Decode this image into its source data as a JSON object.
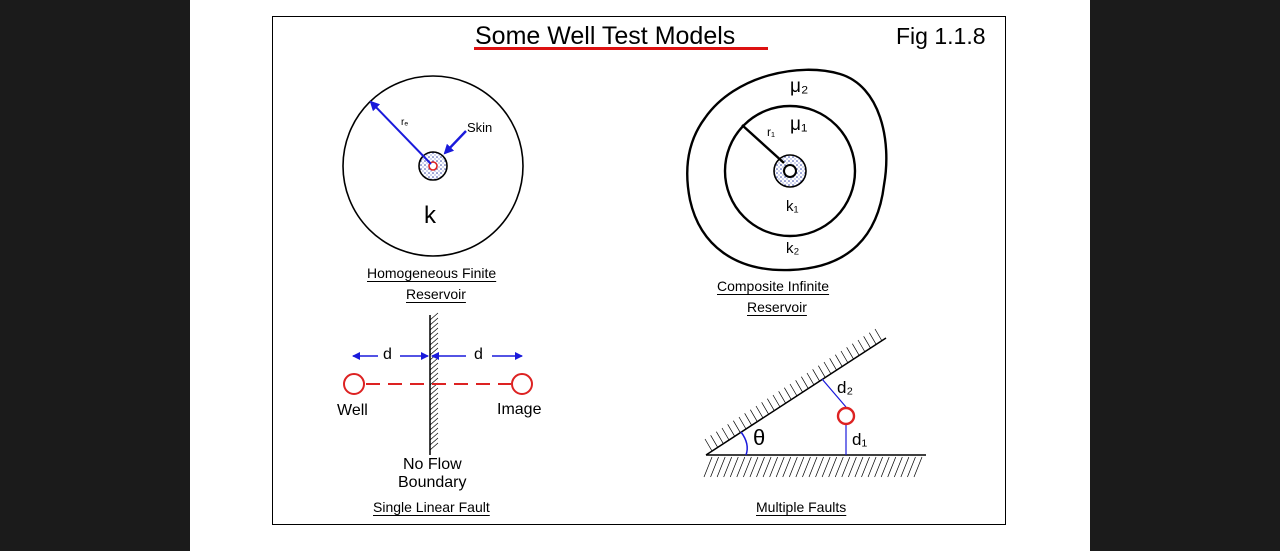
{
  "title": "Some Well Test Models",
  "figure_label": "Fig 1.1.8",
  "panels": {
    "homogeneous": {
      "caption_line1": "Homogeneous Finite",
      "caption_line2": "Reservoir",
      "radius_label": "rₑ",
      "skin_label": "Skin",
      "perm_label": "k"
    },
    "composite": {
      "caption_line1": "Composite Infinite",
      "caption_line2": "Reservoir",
      "mu2": "μ₂",
      "mu1": "μ₁",
      "r1": "r₁",
      "k1": "k₁",
      "k2": "k₂"
    },
    "linear_fault": {
      "caption": "Single Linear Fault",
      "well_label": "Well",
      "image_label": "Image",
      "distance_label": "d",
      "boundary_line1": "No Flow",
      "boundary_line2": "Boundary"
    },
    "multiple_faults": {
      "caption": "Multiple Faults",
      "angle_label": "θ",
      "d1_label": "d₁",
      "d2_label": "d₂"
    }
  },
  "colors": {
    "arrow": "#1a1adb",
    "well": "#dd2222",
    "text": "#000000",
    "underline": "#dd1111"
  }
}
